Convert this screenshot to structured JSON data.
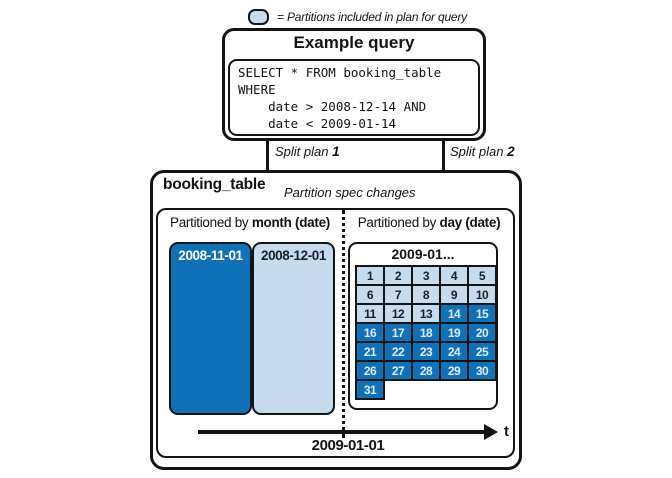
{
  "legend": {
    "icon": "partition-pill",
    "text": "= Partitions included in plan for query"
  },
  "query_box": {
    "title": "Example query",
    "code": "SELECT * FROM booking_table\nWHERE\n    date > 2008-12-14 AND\n    date < 2009-01-14"
  },
  "split_plans": [
    {
      "label": "Split plan",
      "number": "1"
    },
    {
      "label": "Split plan",
      "number": "2"
    }
  ],
  "booking_table": {
    "title": "booking_table",
    "subtitle": "Partition spec changes"
  },
  "month_panel": {
    "header_prefix": "Partitioned by ",
    "header_emphasis": "month (date)",
    "partitions": [
      {
        "label": "2008-11-01",
        "included_in_plan": false
      },
      {
        "label": "2008-12-01",
        "included_in_plan": true
      }
    ]
  },
  "day_panel": {
    "header_prefix": "Partitioned by ",
    "header_emphasis": "day (date)",
    "calendar_title": "2009-01...",
    "days": [
      1,
      2,
      3,
      4,
      5,
      6,
      7,
      8,
      9,
      10,
      11,
      12,
      13,
      14,
      15,
      16,
      17,
      18,
      19,
      20,
      21,
      22,
      23,
      24,
      25,
      26,
      27,
      28,
      29,
      30,
      31
    ],
    "included_days": [
      1,
      2,
      3,
      4,
      5,
      6,
      7,
      8,
      9,
      10,
      11,
      12,
      13
    ],
    "columns_per_row": 5
  },
  "timeline": {
    "axis_label": "t",
    "tick_label": "2009-01-01"
  },
  "colors": {
    "included_blue": "#0f72b9",
    "light_blue": "#c6dcee",
    "ink": "#141414"
  }
}
